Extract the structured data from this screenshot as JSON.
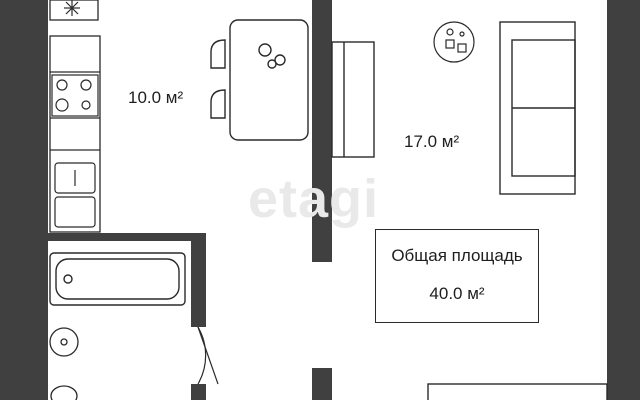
{
  "rooms": {
    "kitchen": {
      "area": "10.0 м²"
    },
    "living": {
      "area": "17.0 м²"
    }
  },
  "summary": {
    "title": "Общая площадь",
    "area": "40.0 м²"
  },
  "watermark": "etagi",
  "icons": [
    "snowflake-icon",
    "decor-icon"
  ],
  "colors": {
    "wall": "#404040",
    "line": "#2a2a2a"
  }
}
